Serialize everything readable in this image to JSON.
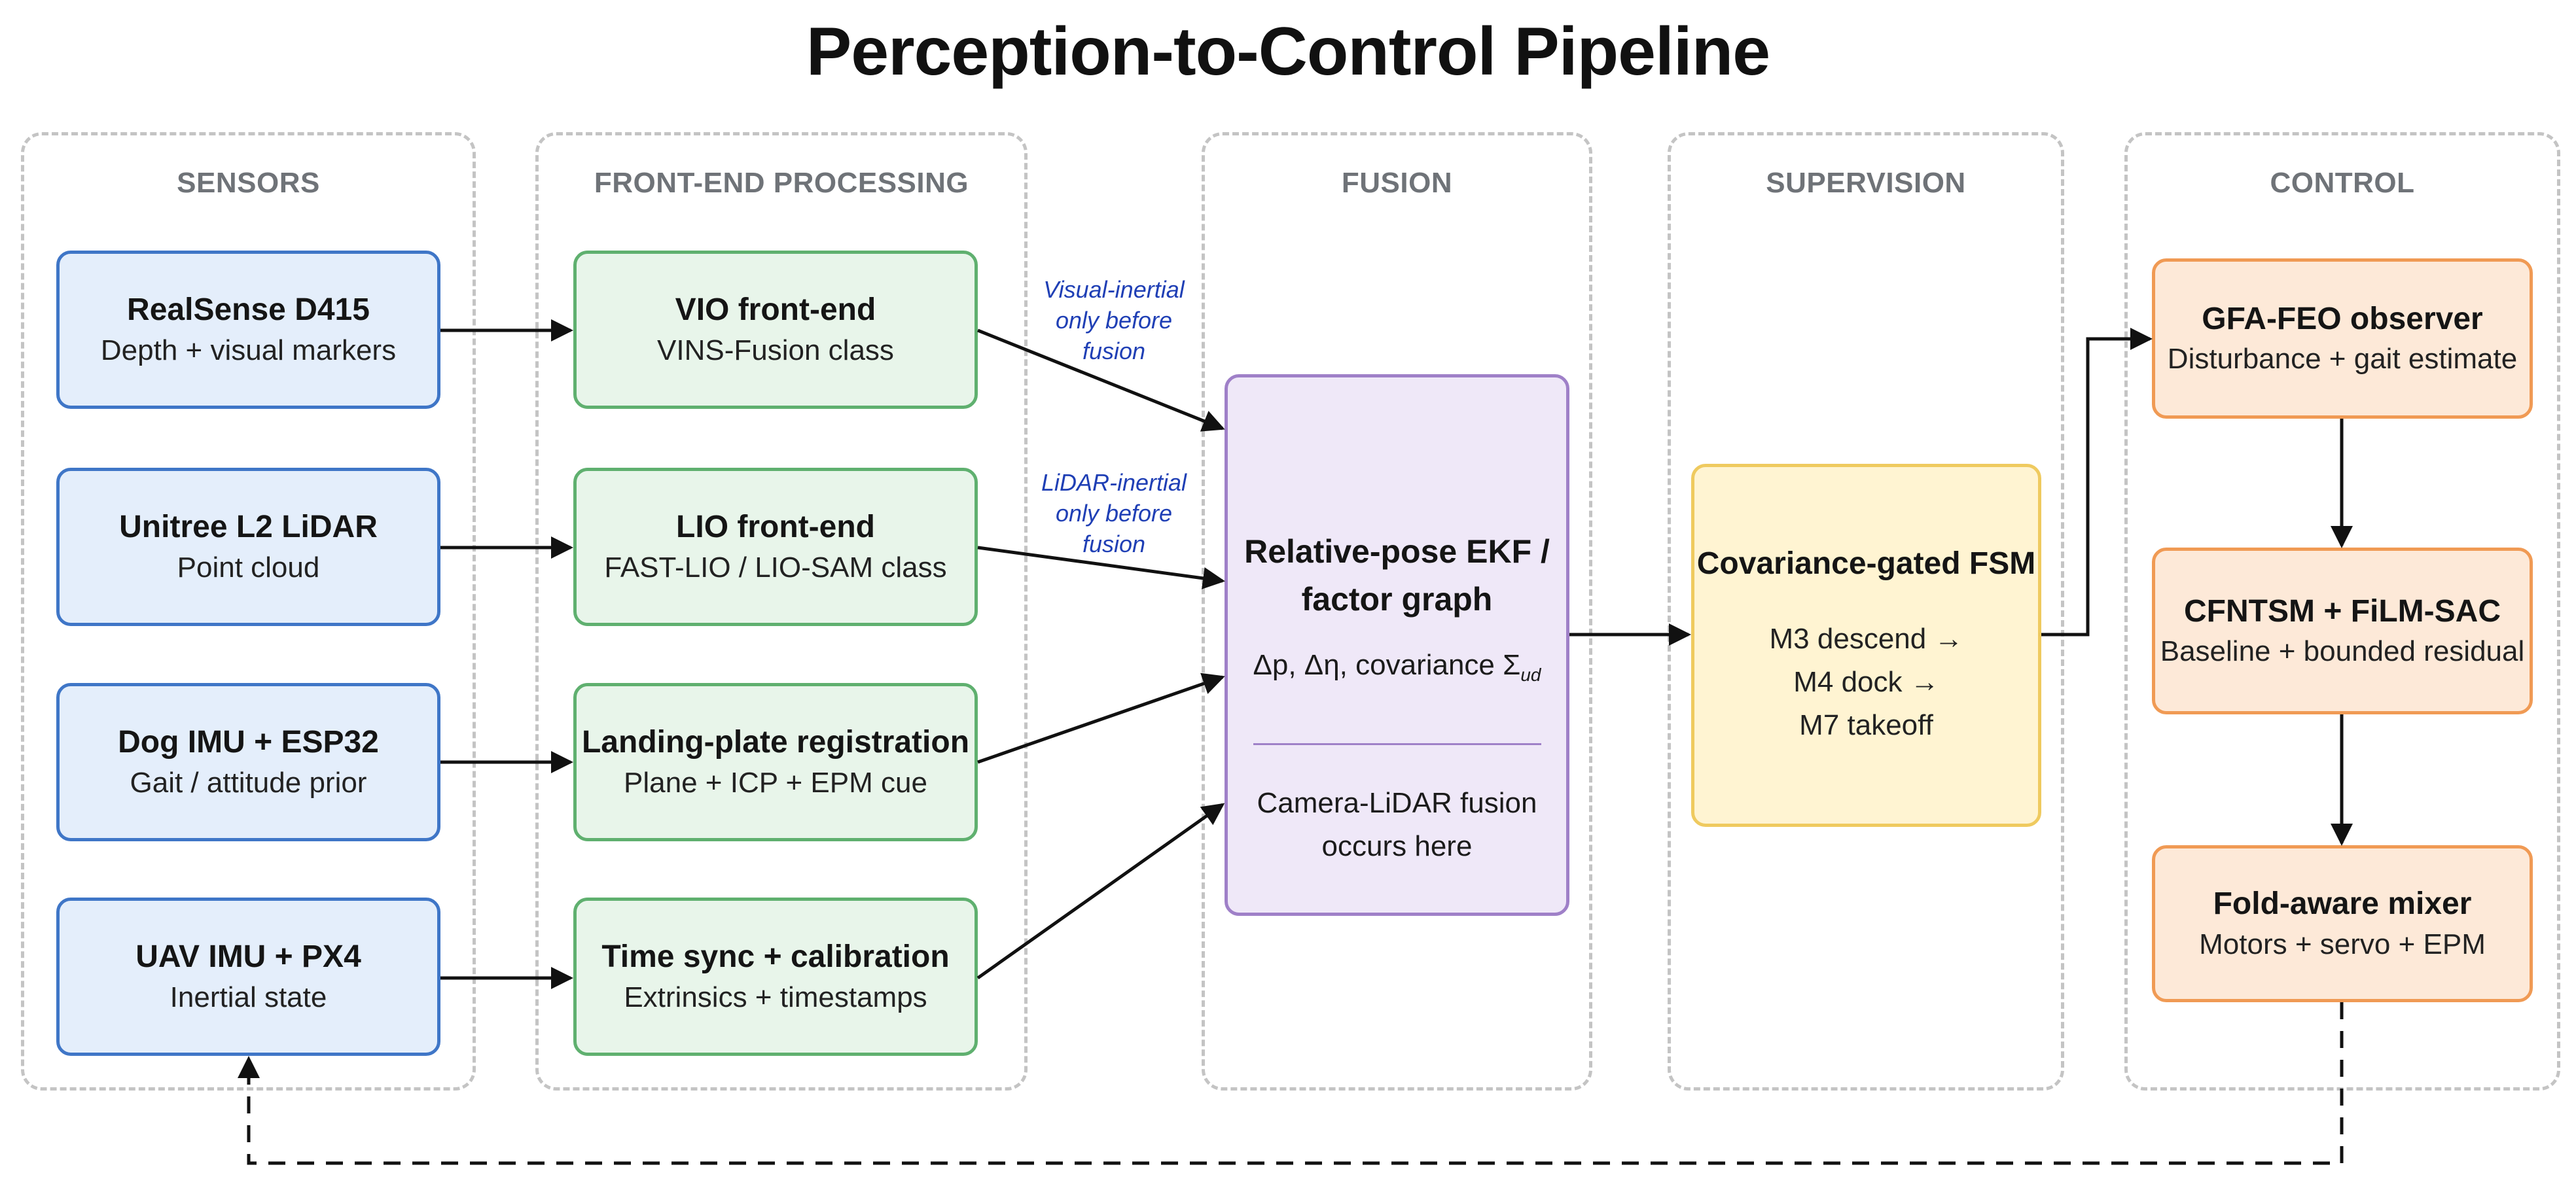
{
  "title": "Perception-to-Control Pipeline",
  "columns": {
    "sensors": "SENSORS",
    "frontend": "FRONT-END PROCESSING",
    "fusion": "FUSION",
    "supervision": "SUPERVISION",
    "control": "CONTROL"
  },
  "sensors": [
    {
      "title": "RealSense D415",
      "sub": "Depth + visual markers"
    },
    {
      "title": "Unitree L2 LiDAR",
      "sub": "Point cloud"
    },
    {
      "title": "Dog IMU + ESP32",
      "sub": "Gait / attitude prior"
    },
    {
      "title": "UAV IMU + PX4",
      "sub": "Inertial state"
    }
  ],
  "frontend": [
    {
      "title": "VIO front-end",
      "sub": "VINS-Fusion class"
    },
    {
      "title": "LIO front-end",
      "sub": "FAST-LIO / LIO-SAM class"
    },
    {
      "title": "Landing-plate registration",
      "sub": "Plane + ICP + EPM cue"
    },
    {
      "title": "Time sync + calibration",
      "sub": "Extrinsics + timestamps"
    }
  ],
  "annotations": {
    "visual": "Visual-inertial only before fusion",
    "lidar": "LiDAR-inertial only before fusion"
  },
  "fusion": {
    "title_line1": "Relative-pose EKF /",
    "title_line2": "factor graph",
    "eq_main": "Δp, Δη, covariance Σ",
    "eq_sub": "ud",
    "note_line1": "Camera-LiDAR fusion",
    "note_line2": "occurs here"
  },
  "supervision": {
    "title": "Covariance-gated FSM",
    "line1": "M3 descend →",
    "line2": "M4 dock →",
    "line3": "M7 takeoff"
  },
  "control": [
    {
      "title": "GFA-FEO observer",
      "sub": "Disturbance + gait estimate"
    },
    {
      "title": "CFNTSM + FiLM-SAC",
      "sub": "Baseline + bounded residual"
    },
    {
      "title": "Fold-aware mixer",
      "sub": "Motors + servo + EPM"
    }
  ],
  "colors": {
    "sensor_fill": "#e4eefb",
    "sensor_border": "#3f76c7",
    "frontend_fill": "#e8f5ea",
    "frontend_border": "#5fb06f",
    "fusion_fill": "#efe8f8",
    "fusion_border": "#9f80c8",
    "supervision_fill": "#fff4d2",
    "supervision_border": "#efca5f",
    "control_fill": "#fde9d8",
    "control_border": "#f09a54",
    "annotation_text": "#1f3fb5"
  }
}
